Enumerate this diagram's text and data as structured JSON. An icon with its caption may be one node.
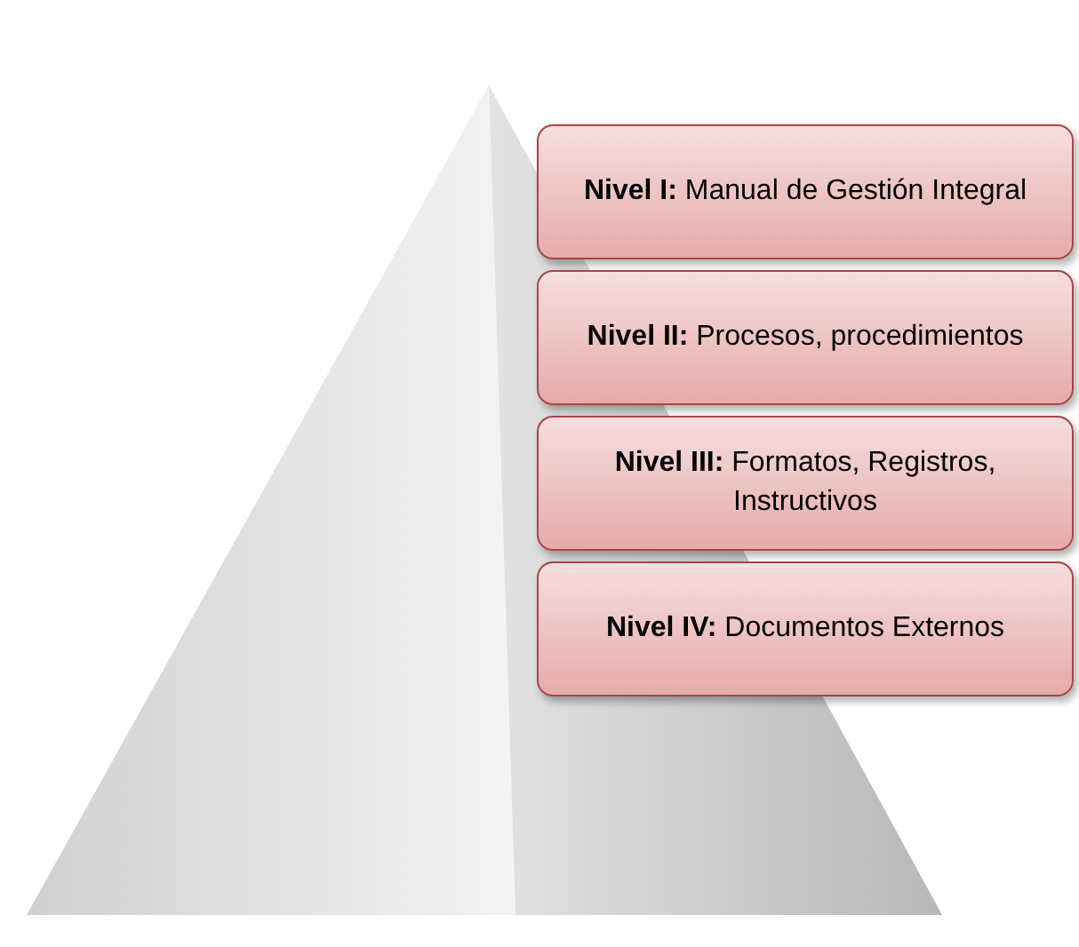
{
  "diagram": {
    "nodes": [
      {
        "text": [
          "**Nivel I:** Manual de Gestión Integral"
        ]
      },
      {
        "text": [
          "**Nivel II:** Procesos, procedimientos"
        ]
      },
      {
        "text": [
          "**Nivel III:** Formatos, Registros, Instructivos"
        ]
      },
      {
        "text": [
          "**Nivel IV:** Documentos Externos"
        ]
      }
    ]
  }
}
